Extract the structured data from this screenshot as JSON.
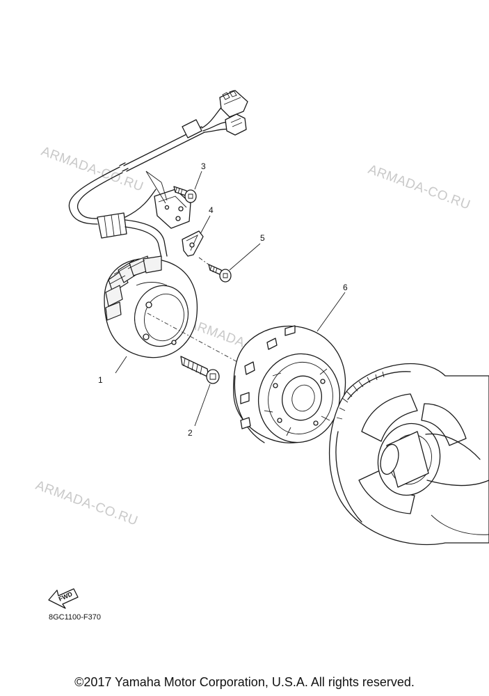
{
  "watermarks": [
    "ARMADA-CO.RU",
    "ARMADA-CO.RU",
    "ARMADA-CO.RU",
    "ARMADA-CO.RU",
    "ARMADA-CO.RU"
  ],
  "callouts": [
    "1",
    "2",
    "3",
    "4",
    "5",
    "6"
  ],
  "fwd_label": "FWD",
  "diagram_code": "8GC1100-F370",
  "copyright": "©2017 Yamaha Motor Corporation, U.S.A. All rights reserved."
}
